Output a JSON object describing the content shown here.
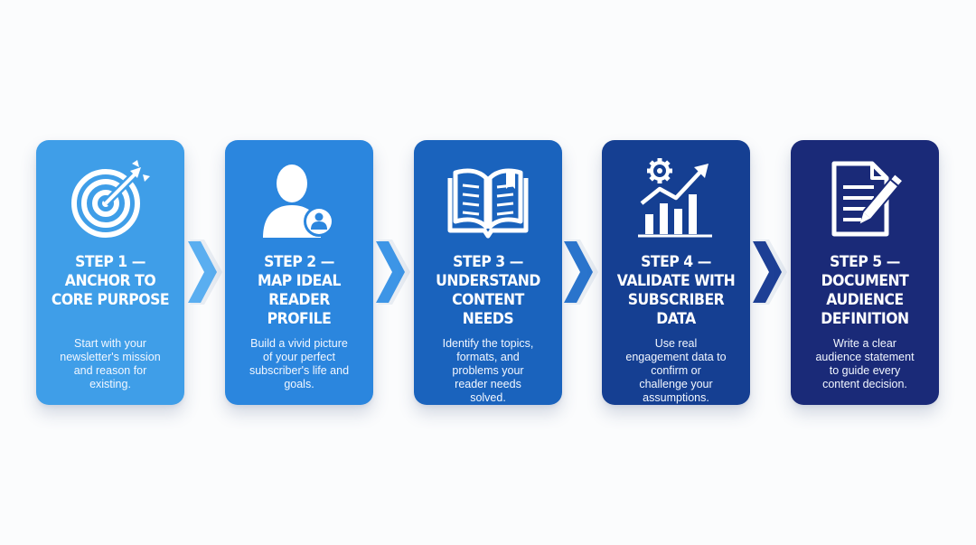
{
  "steps": [
    {
      "title": "STEP 1 —\nANCHOR TO\nCORE PURPOSE",
      "description": "Start with your newsletter's mission and reason for existing.",
      "icon": "target-arrow-icon",
      "color": "#3f9ee8"
    },
    {
      "title": "STEP 2 —\nMAP IDEAL\nREADER PROFILE",
      "description": "Build a vivid picture of your perfect subscriber's life and goals.",
      "icon": "user-profile-icon",
      "color": "#2b86de"
    },
    {
      "title": "STEP 3 —\nUNDERSTAND\nCONTENT NEEDS",
      "description": "Identify the topics, formats, and problems your reader needs solved.",
      "icon": "open-book-icon",
      "color": "#1a63bd"
    },
    {
      "title": "STEP 4 —\nVALIDATE WITH\nSUBSCRIBER\nDATA",
      "description": "Use real engagement data to confirm or challenge your assumptions.",
      "icon": "chart-gear-icon",
      "color": "#153f92"
    },
    {
      "title": "STEP 5 —\nDOCUMENT\nAUDIENCE\nDEFINITION",
      "description": "Write a clear audience statement to guide every content decision.",
      "icon": "document-pen-icon",
      "color": "#1a2a78"
    }
  ],
  "arrow_colors": [
    "#5aaef0",
    "#3d95e6",
    "#2a74cc",
    "#1d3f95"
  ],
  "background": "#fbfcfd"
}
